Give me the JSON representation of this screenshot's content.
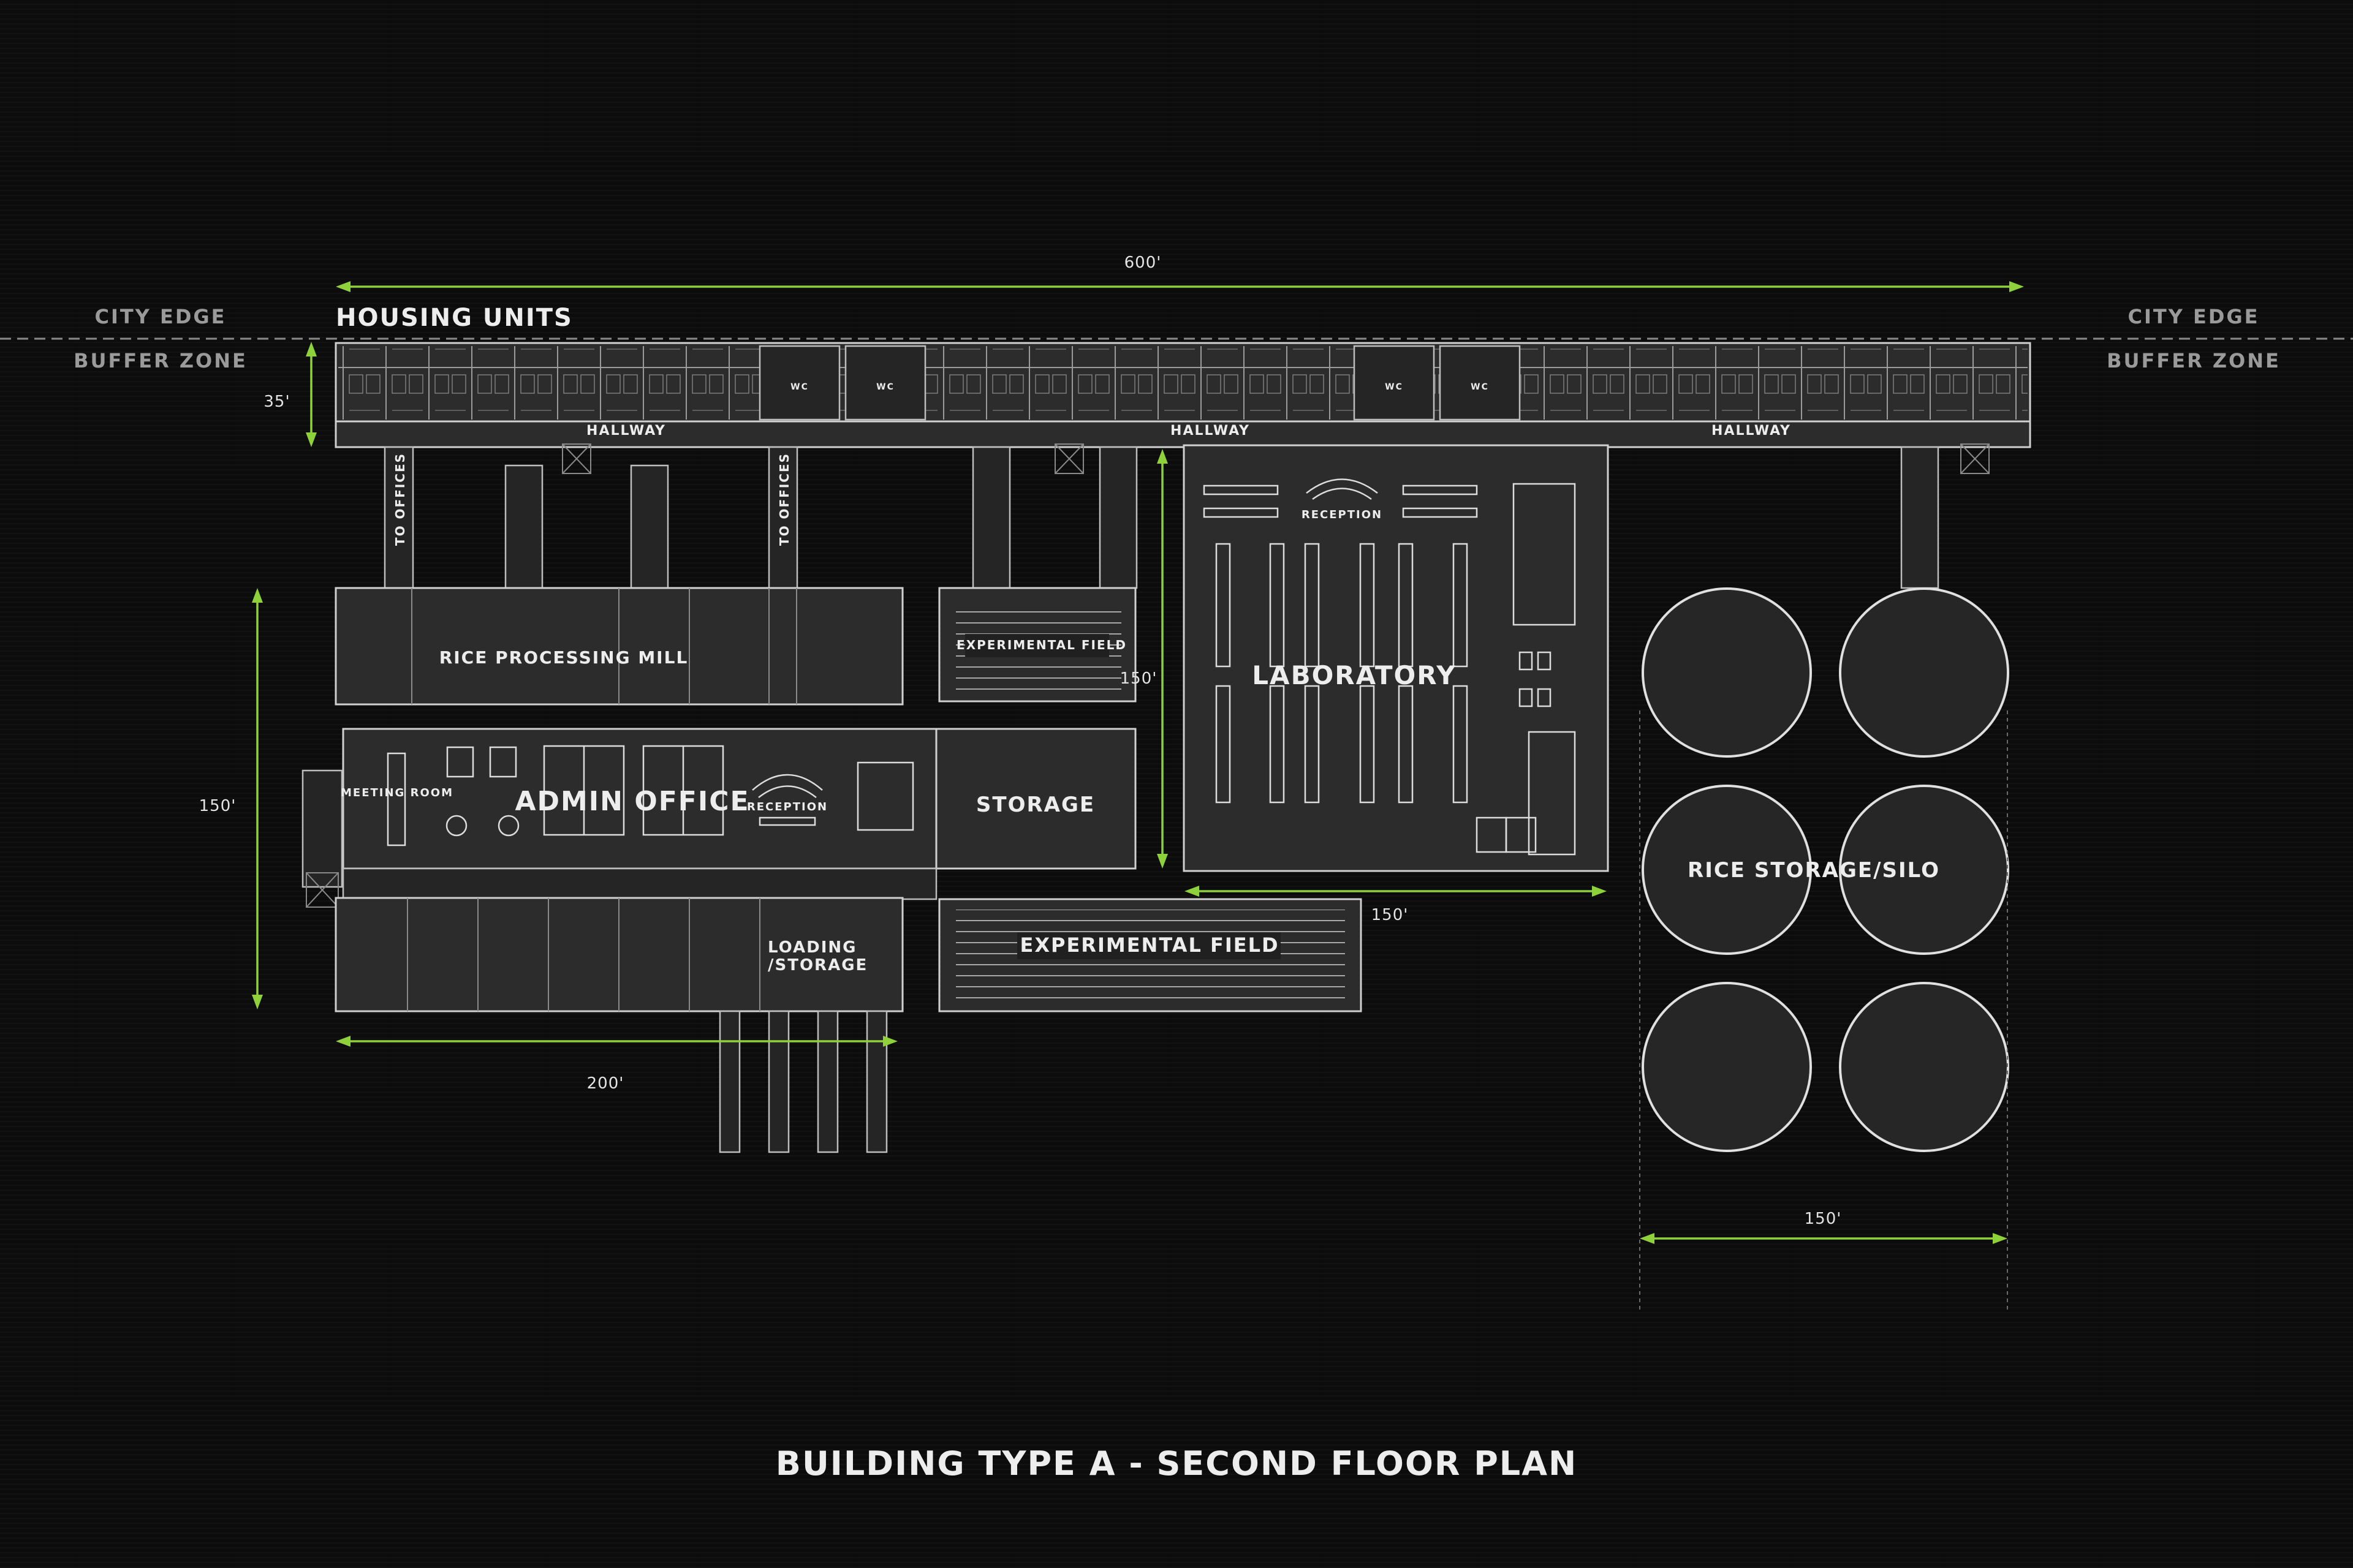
{
  "side_labels": {
    "left_city_edge": "CITY EDGE",
    "left_buffer_zone": "BUFFER ZONE",
    "right_city_edge": "CITY EDGE",
    "right_buffer_zone": "BUFFER ZONE"
  },
  "housing_title": "HOUSING UNITS",
  "hallway_labels": [
    "HALLWAY",
    "HALLWAY",
    "HALLWAY"
  ],
  "wc_label": "WC",
  "to_offices_labels": [
    "TO OFFICES",
    "TO OFFICES"
  ],
  "rooms": {
    "rice_mill": "RICE PROCESSING MILL",
    "experimental_field_small": "EXPERIMENTAL FIELD",
    "reception_lab": "RECEPTION",
    "laboratory": "LABORATORY",
    "meeting_room": "MEETING ROOM",
    "admin_office": "ADMIN OFFICE",
    "reception_admin": "RECEPTION",
    "storage": "STORAGE",
    "experimental_field_large": "EXPERIMENTAL FIELD",
    "loading_storage_line1": "LOADING",
    "loading_storage_line2": "/STORAGE",
    "rice_silo": "RICE STORAGE/SILO"
  },
  "dimensions": {
    "overall_width": "600'",
    "housing_depth": "35'",
    "left_block_height": "150'",
    "lab_height": "150'",
    "lab_width": "150'",
    "left_block_width": "200'",
    "silo_width": "150'"
  },
  "drawing_title": "BUILDING TYPE A - SECOND FLOOR PLAN",
  "colors": {
    "background": "#0c0c0c",
    "dimension_lines": "#8fd13a",
    "linework": "#d0d0d0",
    "text": "#ededed"
  }
}
